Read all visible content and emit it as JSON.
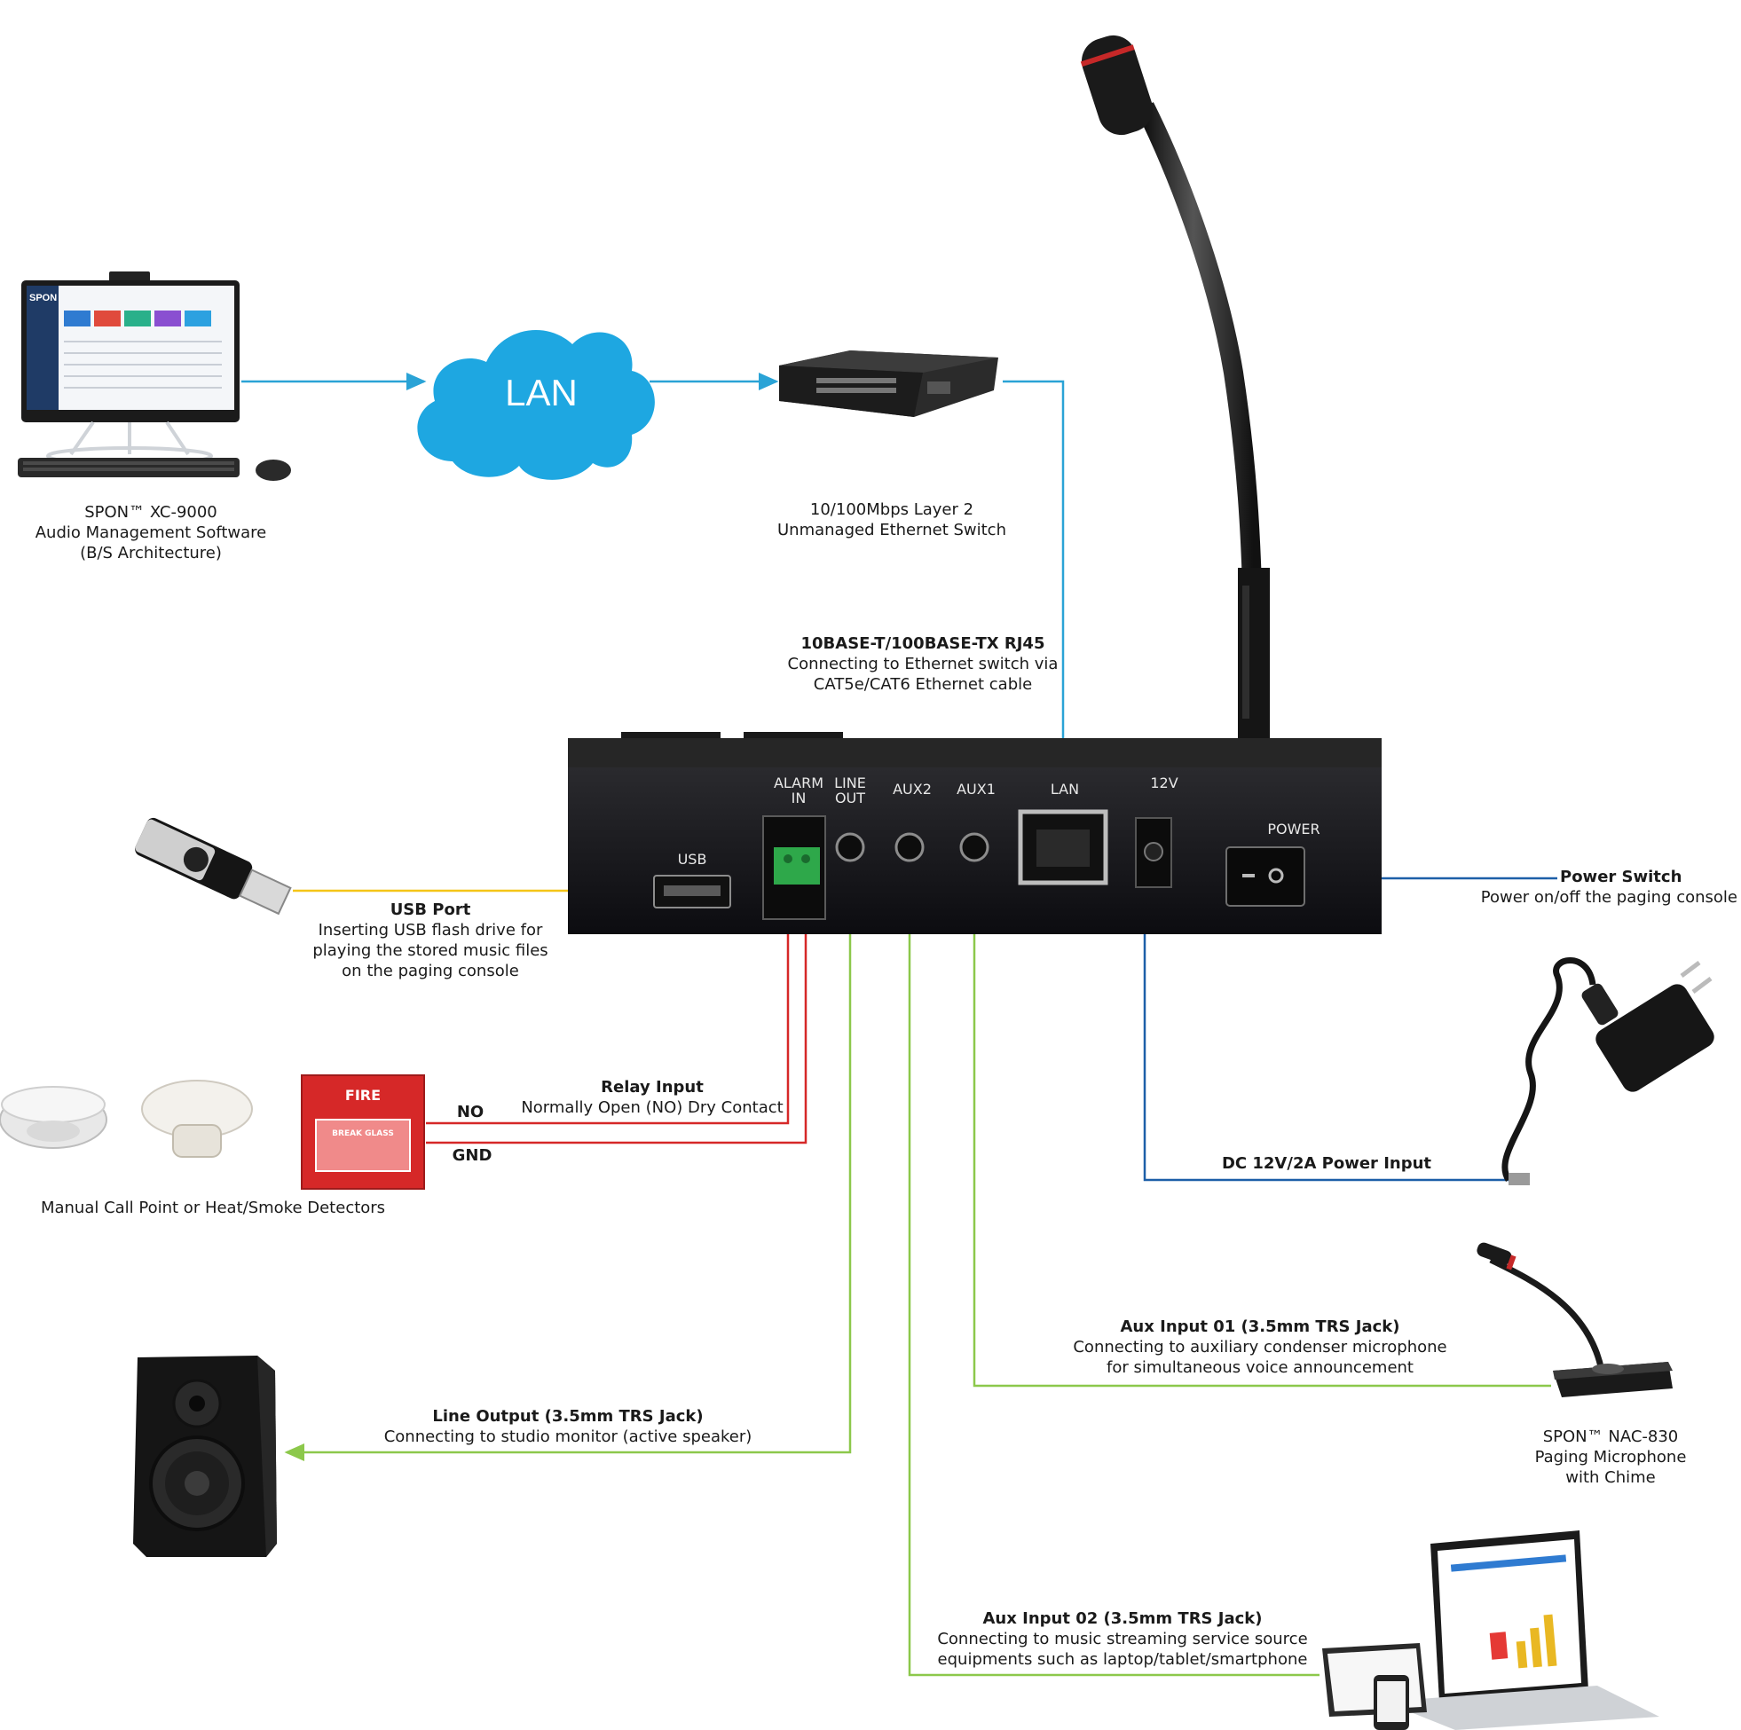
{
  "colors": {
    "ethernet": "#2aa3d6",
    "usb": "#f5c518",
    "alarm": "#d62828",
    "aux": "#8cc84b",
    "power": "#1d5fa8",
    "cloud": "#1ea7e1"
  },
  "cloud": {
    "label": "LAN"
  },
  "computer": {
    "lines": [
      "SPON™ XC-9000",
      "Audio Management Software",
      "(B/S Architecture)"
    ],
    "screen_logo": "SPON",
    "icon": "desktop-computer-icon"
  },
  "switch": {
    "lines": [
      "10/100Mbps Layer 2",
      "Unmanaged Ethernet Switch"
    ],
    "icon": "ethernet-switch-icon"
  },
  "rj45": {
    "title": "10BASE-T/100BASE-TX RJ45",
    "lines": [
      "Connecting to Ethernet switch via",
      "CAT5e/CAT6 Ethernet cable"
    ]
  },
  "console": {
    "icon": "paging-console-icon",
    "ports": {
      "alarm": "ALARM\nIN",
      "line_out": "LINE\nOUT",
      "aux2": "AUX2",
      "aux1": "AUX1",
      "lan": "LAN",
      "dc": "12V",
      "power": "POWER",
      "usb": "USB"
    }
  },
  "usb_port": {
    "title": "USB Port",
    "lines": [
      "Inserting USB flash drive for",
      "playing the stored music files",
      "on the paging console"
    ],
    "icon": "usb-flash-drive-icon"
  },
  "power_switch": {
    "title": "Power Switch",
    "lines": [
      "Power on/off the paging console"
    ]
  },
  "relay": {
    "title": "Relay Input",
    "lines": [
      "Normally Open (NO) Dry Contact"
    ],
    "no": "NO",
    "gnd": "GND"
  },
  "detectors": {
    "label": "Manual Call Point or Heat/Smoke Detectors",
    "fire": "FIRE",
    "break_glass": "BREAK GLASS",
    "icons": [
      "smoke-detector-icon",
      "heat-detector-icon",
      "manual-call-point-icon"
    ]
  },
  "dc_power": {
    "title": "DC 12V/2A Power Input",
    "icon": "power-adapter-icon"
  },
  "aux1": {
    "title": "Aux Input 01 (3.5mm TRS Jack)",
    "lines": [
      "Connecting to auxiliary condenser microphone",
      "for simultaneous voice announcement"
    ]
  },
  "paging_mic": {
    "lines": [
      "SPON™ NAC-830",
      "Paging Microphone",
      "with Chime"
    ],
    "icon": "paging-microphone-icon"
  },
  "line_out": {
    "title": "Line Output (3.5mm TRS Jack)",
    "lines": [
      "Connecting to studio monitor (active speaker)"
    ],
    "icon": "studio-monitor-speaker-icon"
  },
  "aux2": {
    "title": "Aux Input 02 (3.5mm TRS Jack)",
    "lines": [
      "Connecting to music streaming service source",
      "equipments such as laptop/tablet/smartphone"
    ],
    "icon": "laptop-tablet-phone-icon"
  }
}
